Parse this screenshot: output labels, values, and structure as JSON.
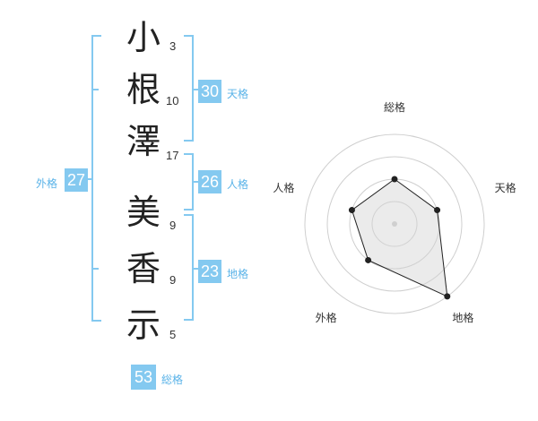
{
  "name_chars": [
    {
      "char": "小",
      "strokes": "3"
    },
    {
      "char": "根",
      "strokes": "10"
    },
    {
      "char": "澤",
      "strokes": "17"
    },
    {
      "char": "美",
      "strokes": "9"
    },
    {
      "char": "香",
      "strokes": "9"
    },
    {
      "char": "示",
      "strokes": "5"
    }
  ],
  "fortunes": {
    "tenkaku": {
      "value": "30",
      "label": "天格"
    },
    "jinkaku": {
      "value": "26",
      "label": "人格"
    },
    "chikaku": {
      "value": "23",
      "label": "地格"
    },
    "gaikaku": {
      "value": "27",
      "label": "外格"
    },
    "soukaku": {
      "value": "53",
      "label": "総格"
    }
  },
  "colors": {
    "accent": "#84c9f0",
    "accent_text": "#5ab3e8",
    "bracket": "#84c9f0"
  },
  "radar": {
    "axes": [
      "総格",
      "天格",
      "地格",
      "外格",
      "人格"
    ],
    "levels": [
      0.5,
      0.5,
      1.0,
      0.5,
      0.5
    ],
    "rings": 4
  }
}
